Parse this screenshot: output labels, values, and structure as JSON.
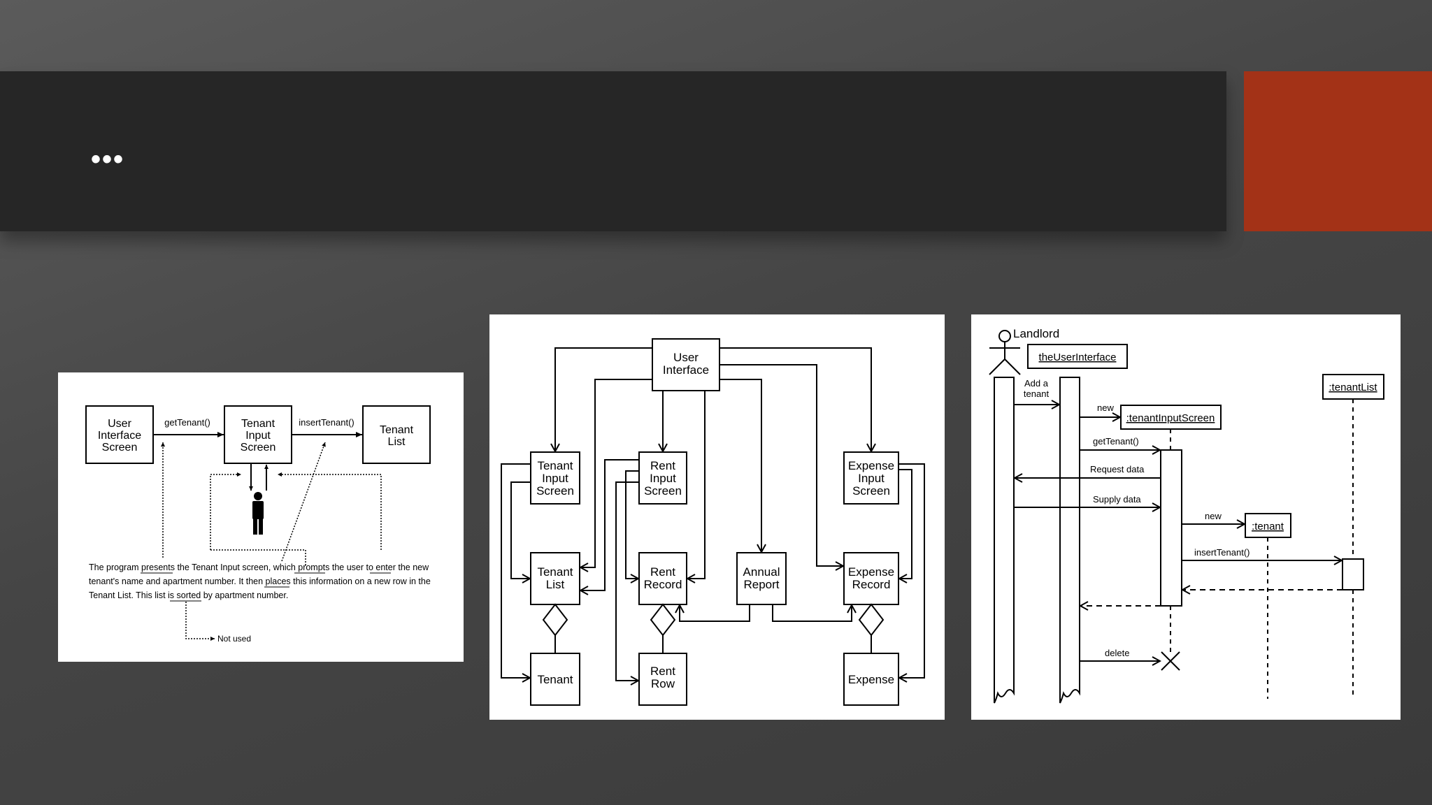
{
  "slide": {
    "title": "•••",
    "accent_color": "#a33217",
    "title_bar_color": "#262626"
  },
  "diagram_a": {
    "box_user_interface": [
      "User",
      "Interface",
      "Screen"
    ],
    "box_tenant_input": [
      "Tenant",
      "Input",
      "Screen"
    ],
    "box_tenant_list": [
      "Tenant",
      "List"
    ],
    "label_get_tenant": "getTenant()",
    "label_insert_tenant": "insertTenant()",
    "desc_lines": [
      "The program presents the Tenant Input screen, which prompts the user to enter the new",
      "tenant's name and apartment number.  It then places this information on a new row in the",
      "Tenant List.  This list is sorted by apartment number."
    ],
    "not_used": "Not used"
  },
  "diagram_b": {
    "user_interface": [
      "User",
      "Interface"
    ],
    "tenant_input_screen": [
      "Tenant",
      "Input",
      "Screen"
    ],
    "rent_input_screen": [
      "Rent",
      "Input",
      "Screen"
    ],
    "expense_input_screen": [
      "Expense",
      "Input",
      "Screen"
    ],
    "tenant_list": [
      "Tenant",
      "List"
    ],
    "rent_record": [
      "Rent",
      "Record"
    ],
    "annual_report": [
      "Annual",
      "Report"
    ],
    "expense_record": [
      "Expense",
      "Record"
    ],
    "tenant": "Tenant",
    "rent_row": [
      "Rent",
      "Row"
    ],
    "expense": "Expense"
  },
  "diagram_c": {
    "actor": "Landlord",
    "ui_object": "theUserInterface",
    "tenant_list_object": ":tenantList",
    "input_screen_object": ":tenantInputScreen",
    "tenant_object": ":tenant",
    "msg_add_tenant": [
      "Add a",
      "tenant"
    ],
    "msg_new_1": "new",
    "msg_get_tenant": "getTenant()",
    "msg_request_data": "Request data",
    "msg_supply_data": "Supply data",
    "msg_new_2": "new",
    "msg_insert_tenant": "insertTenant()",
    "msg_delete": "delete"
  }
}
